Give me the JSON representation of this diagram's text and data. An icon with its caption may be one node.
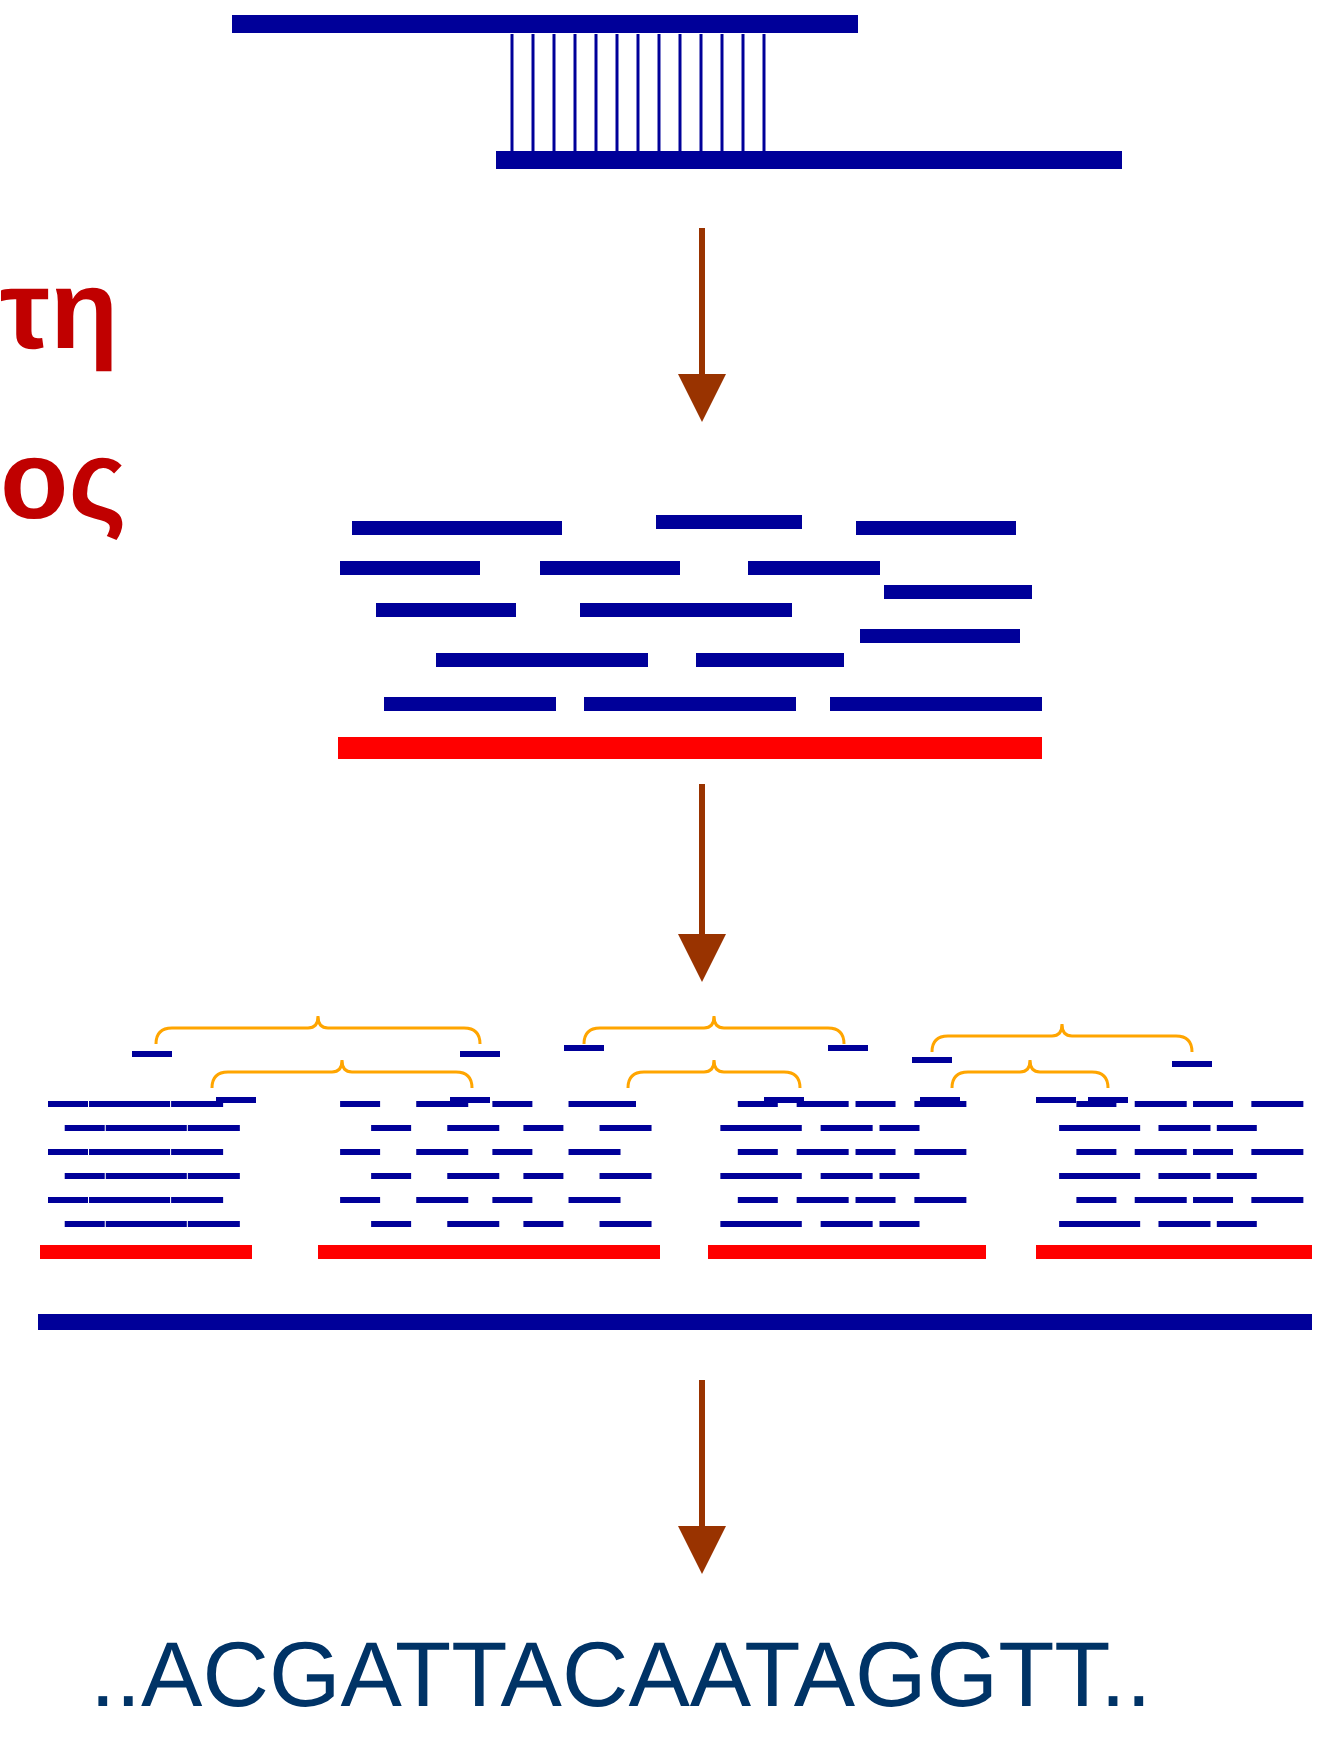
{
  "diagram": {
    "nodes": [
      {
        "text": [],
        "shape": "picture"
      },
      {
        "text": [],
        "shape": "picture"
      },
      {
        "text": [],
        "shape": "picture"
      },
      {
        "text": [
          "..ACGATTACAATAGGTT.."
        ]
      }
    ],
    "edges": [
      {
        "from": 0,
        "to": 1,
        "arrow": "to"
      },
      {
        "from": 1,
        "to": 2,
        "arrow": "to"
      },
      {
        "from": 2,
        "to": 3,
        "arrow": "to"
      }
    ],
    "labels": [
      "τη",
      "ος"
    ]
  }
}
